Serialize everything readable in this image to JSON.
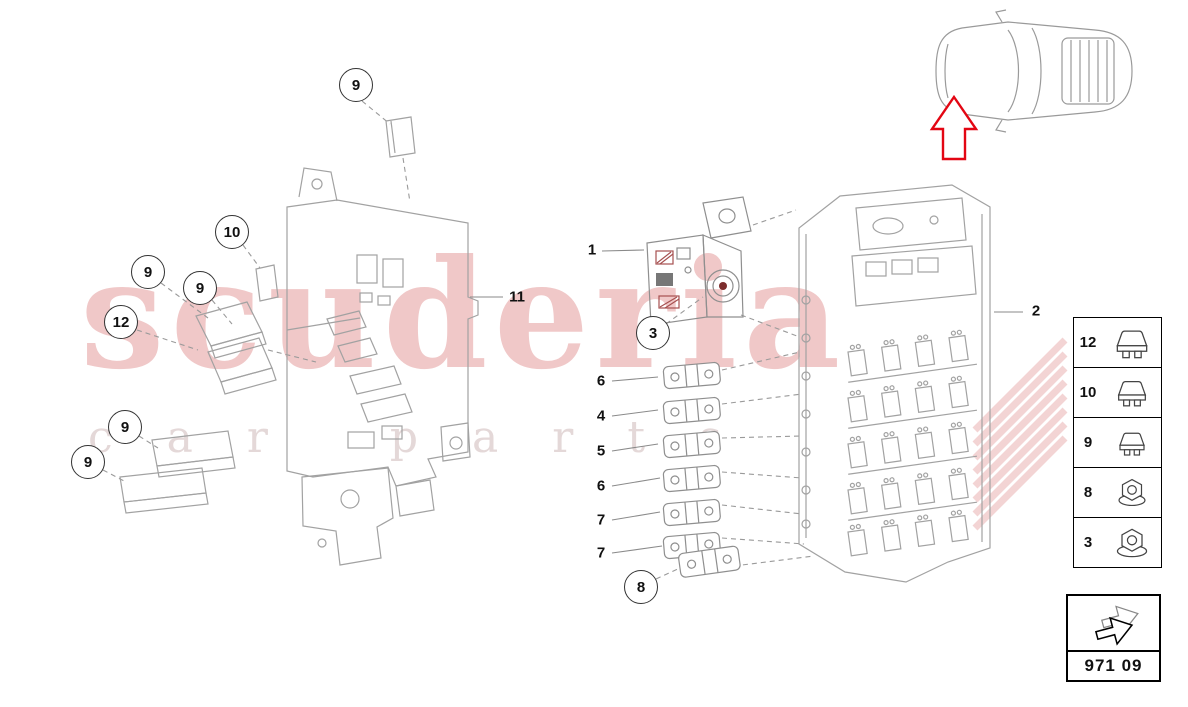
{
  "watermark": {
    "title": "scuderia",
    "subtitle": "car parts"
  },
  "callouts": {
    "circled": [
      {
        "label": "9"
      },
      {
        "label": "10"
      },
      {
        "label": "9"
      },
      {
        "label": "9"
      },
      {
        "label": "12"
      },
      {
        "label": "9"
      },
      {
        "label": "9"
      },
      {
        "label": "3"
      },
      {
        "label": "8"
      }
    ],
    "plain": [
      {
        "label": "1"
      },
      {
        "label": "11"
      },
      {
        "label": "2"
      },
      {
        "label": "6"
      },
      {
        "label": "4"
      },
      {
        "label": "5"
      },
      {
        "label": "6"
      },
      {
        "label": "7"
      },
      {
        "label": "7"
      }
    ]
  },
  "legend": {
    "rows": [
      {
        "label": "12",
        "icon": "blade-fuse-icon"
      },
      {
        "label": "10",
        "icon": "blade-fuse-icon"
      },
      {
        "label": "9",
        "icon": "blade-fuse-icon"
      },
      {
        "label": "8",
        "icon": "flange-nut-icon"
      },
      {
        "label": "3",
        "icon": "flange-nut-icon"
      }
    ]
  },
  "footer_box": {
    "part_code": "971 09",
    "icon": "direction-arrow-icon"
  },
  "colors": {
    "accent_red": "#e30613",
    "watermark_pink": "#f0c8c8",
    "line_gray": "#a2a2a2"
  }
}
